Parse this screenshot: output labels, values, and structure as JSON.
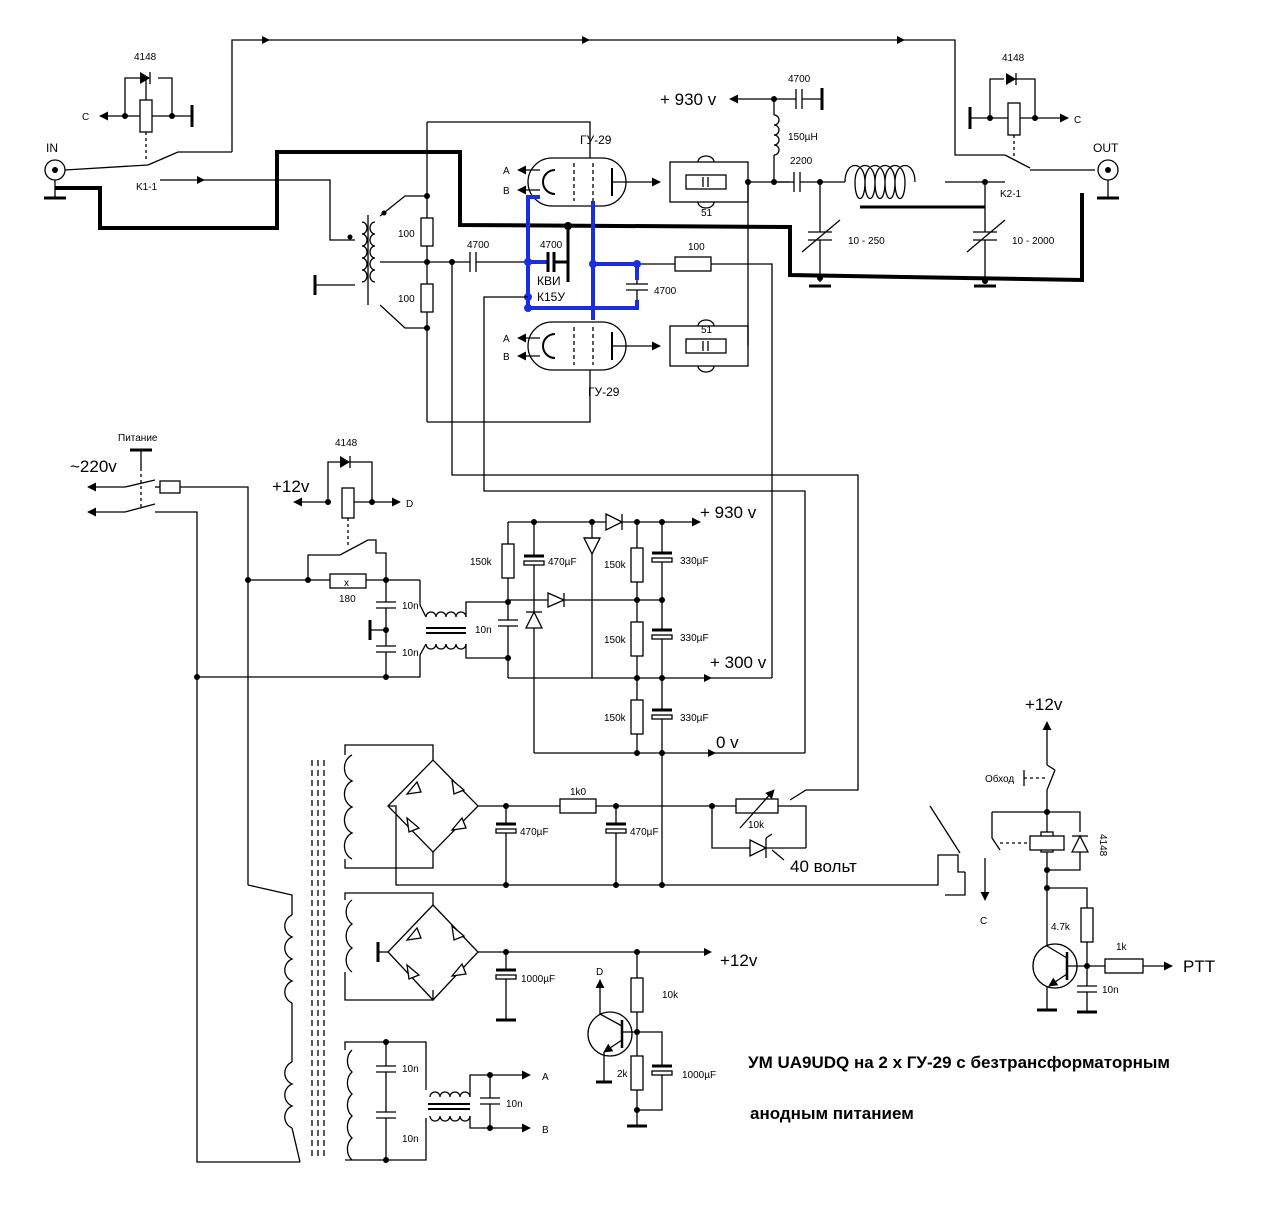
{
  "title": {
    "line1": "УМ UA9UDQ на 2 x ГУ-29 с безтрансформаторным",
    "line2": "анодным питанием"
  },
  "rf": {
    "in": "IN",
    "out": "OUT",
    "k1": "K1-1",
    "k2": "K2-1",
    "diode": "4148",
    "c": "C",
    "tube": "ГУ-29",
    "a": "A",
    "b": "B",
    "r100": "100",
    "c4700": "4700",
    "r51": "51",
    "kvi": "КВИ",
    "k15u": "К15У",
    "anode_v": "+ 930 v",
    "choke": "150µH",
    "c2200": "2200",
    "var1": "10 - 250",
    "var2": "10 - 2000"
  },
  "psu": {
    "mains": "~220v",
    "power": "Питание",
    "plus12": "+12v",
    "d": "D",
    "r180": "180",
    "x": "x",
    "c10n": "10n",
    "r150k": "150k",
    "c470": "470µF",
    "c330": "330µF",
    "v930": "+ 930 v",
    "v300": "+ 300 v",
    "v0": "0 v",
    "r1k0": "1k0",
    "r10k": "10k",
    "v40": "40 вольт",
    "c1000": "1000µF",
    "r2k": "2k"
  },
  "ptt": {
    "plus12": "+12v",
    "bypass": "Обход",
    "diode": "4148",
    "r47k": "4.7k",
    "r1k": "1k",
    "ptt": "PTT",
    "c10n": "10n",
    "c": "C"
  }
}
